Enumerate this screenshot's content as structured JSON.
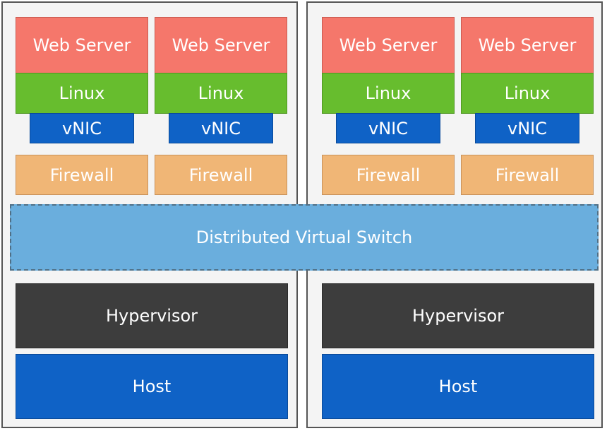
{
  "hosts": [
    {
      "vms": [
        {
          "app": "Web Server",
          "os": "Linux",
          "nic": "vNIC",
          "firewall": "Firewall"
        },
        {
          "app": "Web Server",
          "os": "Linux",
          "nic": "vNIC",
          "firewall": "Firewall"
        }
      ],
      "hypervisor": "Hypervisor",
      "host": "Host"
    },
    {
      "vms": [
        {
          "app": "Web Server",
          "os": "Linux",
          "nic": "vNIC",
          "firewall": "Firewall"
        },
        {
          "app": "Web Server",
          "os": "Linux",
          "nic": "vNIC",
          "firewall": "Firewall"
        }
      ],
      "hypervisor": "Hypervisor",
      "host": "Host"
    }
  ],
  "switch": {
    "label": "Distributed Virtual Switch"
  },
  "colors": {
    "web_server": "#f5776b",
    "linux": "#67bd2e",
    "vnic": "#0f62c6",
    "firewall": "#f0b676",
    "switch": "#6aaedd",
    "hypervisor": "#3d3d3d",
    "host": "#0f62c6"
  }
}
